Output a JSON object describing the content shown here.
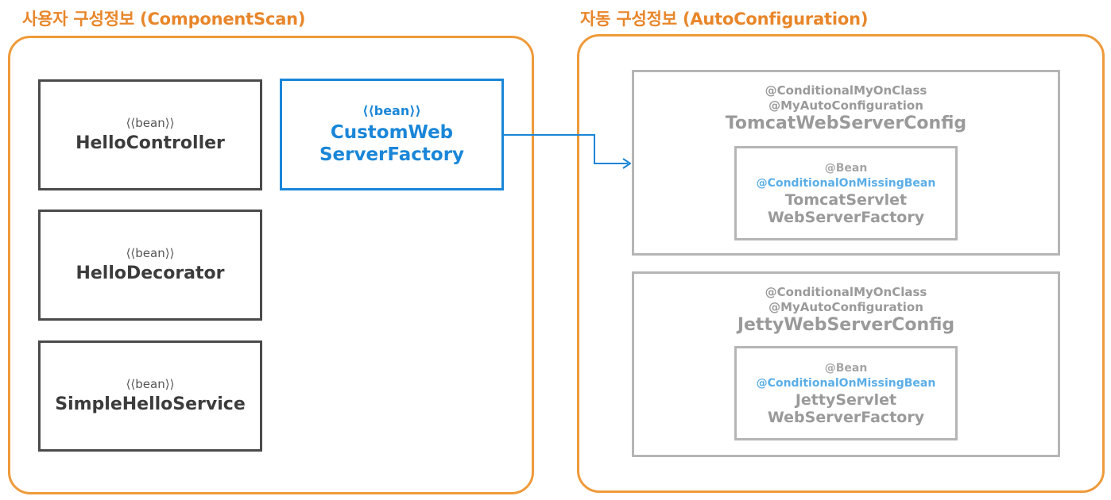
{
  "sections": {
    "user": {
      "title": "사용자 구성정보 (ComponentScan)"
    },
    "auto": {
      "title": "자동 구성정보 (AutoConfiguration)"
    }
  },
  "beans": [
    {
      "stereotype": "⟨⟨bean⟩⟩",
      "name": "HelloController"
    },
    {
      "stereotype": "⟨⟨bean⟩⟩",
      "name": "HelloDecorator"
    },
    {
      "stereotype": "⟨⟨bean⟩⟩",
      "name": "SimpleHelloService"
    },
    {
      "stereotype": "⟨⟨bean⟩⟩",
      "name_line1": "CustomWeb",
      "name_line2": "ServerFactory"
    }
  ],
  "configs": [
    {
      "annotation1": "@ConditionalMyOnClass",
      "annotation2": "@MyAutoConfiguration",
      "name": "TomcatWebServerConfig",
      "inner": {
        "annotation1": "@Bean",
        "annotation2": "@ConditionalOnMissingBean",
        "name_line1": "TomcatServlet",
        "name_line2": "WebServerFactory"
      }
    },
    {
      "annotation1": "@ConditionalMyOnClass",
      "annotation2": "@MyAutoConfiguration",
      "name": "JettyWebServerConfig",
      "inner": {
        "annotation1": "@Bean",
        "annotation2": "@ConditionalOnMissingBean",
        "name_line1": "JettyServlet",
        "name_line2": "WebServerFactory"
      }
    }
  ],
  "colors": {
    "section_frame": "#ef9a3a",
    "section_title": "#e8862a",
    "highlight": "#1a86d8",
    "bean_border": "#4a4a4a",
    "config_border": "#b5b5b5"
  }
}
